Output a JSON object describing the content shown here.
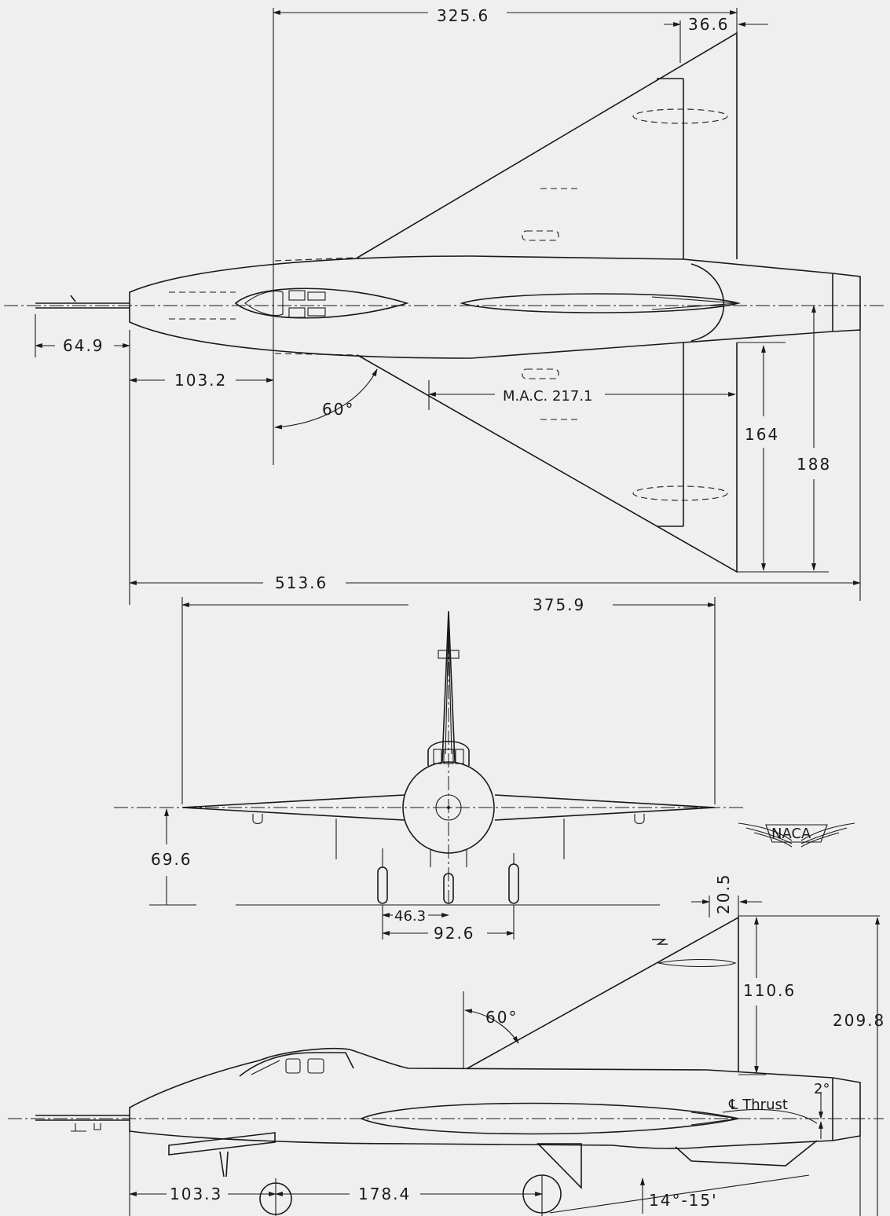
{
  "drawing": {
    "top_view": {
      "dims": {
        "span_top": "325.6",
        "tip_chord": "36.6",
        "probe": "64.9",
        "nose_to_wing": "103.2",
        "sweep": "60°",
        "mac": "M.A.C. 217.1",
        "semi_span_a": "164",
        "semi_span_b": "188",
        "overall_length": "513.6"
      }
    },
    "front_view": {
      "dims": {
        "span": "375.9",
        "height": "69.6",
        "track_half": "46.3",
        "track": "92.6"
      },
      "logo": "NACA"
    },
    "side_view": {
      "dims": {
        "fin_tip": "20.5",
        "fin_height": "110.6",
        "overall_height": "209.8",
        "sweep": "60°",
        "thrust_label": "℄ Thrust",
        "thrust_angle": "2°",
        "nose_to_gear": "103.3",
        "wheelbase": "178.4",
        "ground_angle": "14°-15'"
      }
    }
  }
}
